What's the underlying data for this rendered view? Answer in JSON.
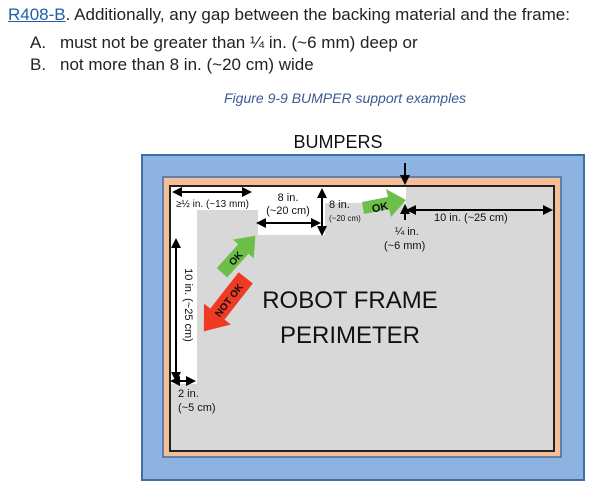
{
  "doc": {
    "rule_ref": "R408-B",
    "intro_rest": ". Additionally, any gap between the backing material and the frame:",
    "items": [
      {
        "letter": "A.",
        "text": "must not be greater than ¼ in. (~6 mm) deep or"
      },
      {
        "letter": "B.",
        "text": "not more than 8 in. (~20 cm) wide"
      }
    ],
    "caption": "Figure 9-9 BUMPER support examples"
  },
  "figure": {
    "bumpers_label": "BUMPERS",
    "frame_label_1": "ROBOT FRAME",
    "frame_label_2": "PERIMETER",
    "dim_half_in": "≥½ in. (~13 mm)",
    "dim_8in_top_1": "8 in.",
    "dim_8in_top_2": "(~20 cm)",
    "dim_8in_right_1": "8 in.",
    "dim_8in_right_2": "(~20 cm)",
    "dim_10in_right": "10 in. (~25 cm)",
    "dim_quarter_1": "¼ in.",
    "dim_quarter_2": "(~6 mm)",
    "dim_10in_left": "10 in. (~25 cm)",
    "dim_2in_1": "2 in.",
    "dim_2in_2": "(~5 cm)",
    "ok_label": "OK",
    "not_ok_label": "NOT OK",
    "colors": {
      "bumper_blue": "#8eb3e0",
      "bumper_border": "#3f6fa6",
      "backing_orange": "#f6be96",
      "frame_gray": "#d8d8d8",
      "ok_green": "#6cc04a",
      "not_ok_red": "#ef3b24"
    }
  }
}
